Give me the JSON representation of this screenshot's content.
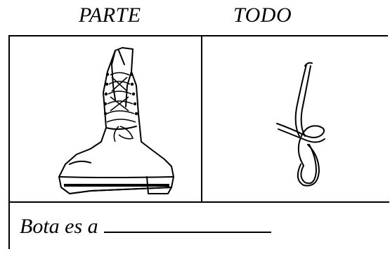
{
  "headers": {
    "left": "PARTE",
    "right": "TODO"
  },
  "pictures": {
    "left_icon": "boot-icon",
    "right_icon": "shoelace-icon"
  },
  "sentence": {
    "text": "Bota es a"
  }
}
